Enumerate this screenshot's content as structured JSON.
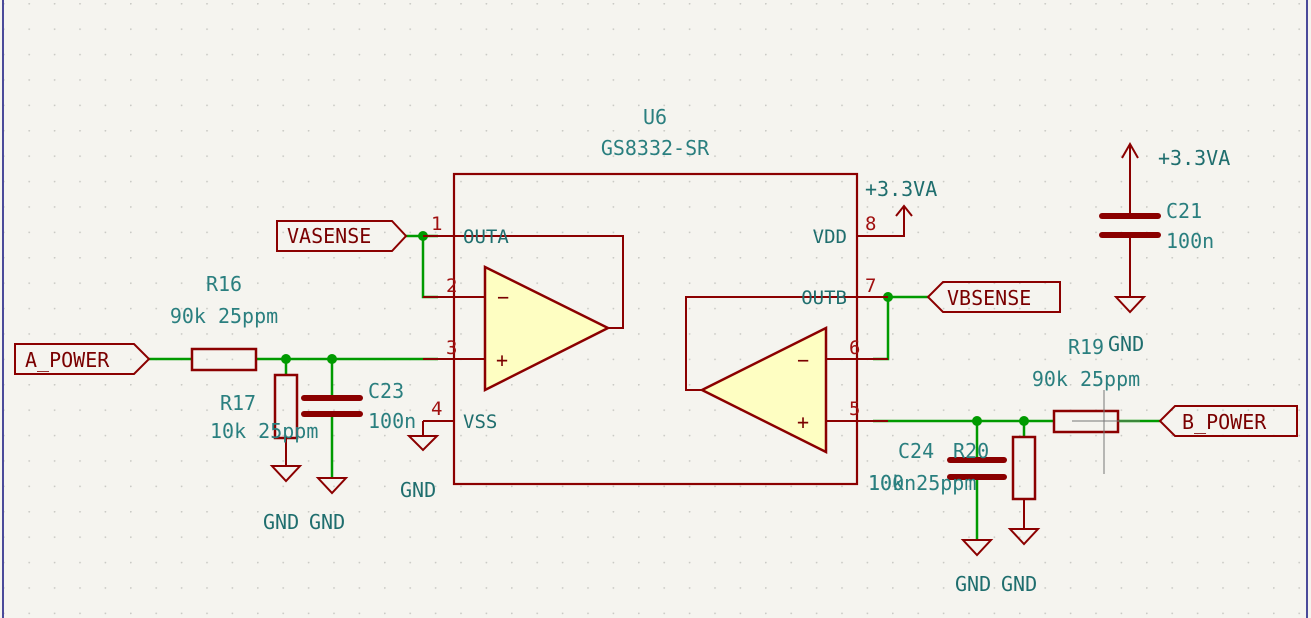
{
  "colors": {
    "background": "#f5f4ef",
    "grid": "#c9c9c4",
    "wire": "#009a00",
    "component": "#8b0000",
    "body_fill": "#fefec2",
    "text_teal": "#2a7f7f",
    "pin_number": "#a01010",
    "border": "#4a4a9a"
  },
  "u6": {
    "ref": "U6",
    "value": "GS8332-SR",
    "pins": {
      "outa": "OUTA",
      "vdd": "VDD",
      "outb": "OUTB",
      "vss": "VSS",
      "n1": "1",
      "n2": "2",
      "n3": "3",
      "n4": "4",
      "n5": "5",
      "n6": "6",
      "n7": "7",
      "n8": "8"
    },
    "op_signs": {
      "minus": "−",
      "plus": "+"
    }
  },
  "labels": {
    "vasense": "VASENSE",
    "vbsense": "VBSENSE",
    "a_power": "A_POWER",
    "b_power": "B_POWER"
  },
  "power": {
    "vdd_net": "+3.3VA",
    "c21_net": "+3.3VA",
    "gnd": "GND"
  },
  "components": {
    "r16": {
      "ref": "R16",
      "value": "90k 25ppm"
    },
    "r17": {
      "ref": "R17",
      "value": "10k 25ppm"
    },
    "c23": {
      "ref": "C23",
      "value": "100n"
    },
    "c21": {
      "ref": "C21",
      "value": "100n"
    },
    "r19": {
      "ref": "R19",
      "value": "90k 25ppm"
    },
    "c24": {
      "ref": "C24",
      "value": "100n"
    },
    "r20": {
      "ref": "R20",
      "value": "10k 25ppm"
    }
  }
}
